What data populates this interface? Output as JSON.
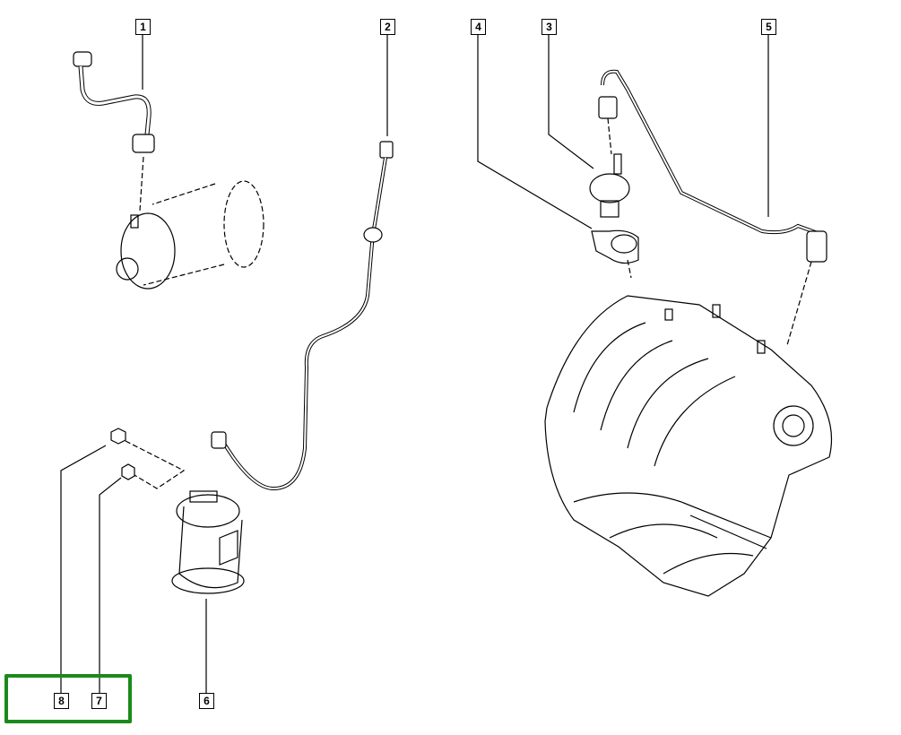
{
  "callouts": {
    "c1": "1",
    "c2": "2",
    "c3": "3",
    "c4": "4",
    "c5": "5",
    "c6": "6",
    "c7": "7",
    "c8": "8"
  },
  "highlight": {
    "color": "#1a8a1a",
    "parts": [
      "8",
      "7"
    ]
  }
}
